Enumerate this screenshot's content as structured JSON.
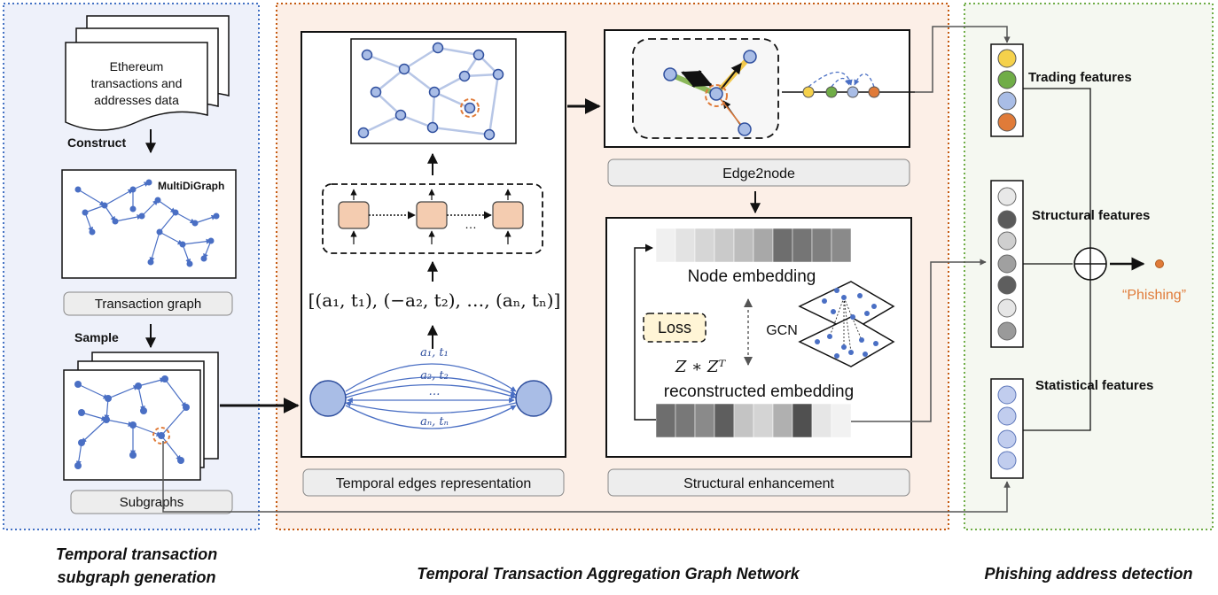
{
  "panels": {
    "left": {
      "title_line1": "Temporal transaction",
      "title_line2": "subgraph generation"
    },
    "middle": {
      "title": "Temporal Transaction Aggregation Graph Network"
    },
    "right": {
      "title": "Phishing address detection"
    }
  },
  "left_panel": {
    "doc_line1": "Ethereum",
    "doc_line2": "transactions and",
    "doc_line3": "addresses data",
    "construct_label": "Construct",
    "multidigraph_label": "MultiDiGraph",
    "transaction_graph_label": "Transaction graph",
    "sample_label": "Sample",
    "subgraphs_label": "Subgraphs"
  },
  "middle_panel": {
    "sequence": "[(a₁, t₁), (−a₂, t₂), …, (aₙ, tₙ)]",
    "edge_label_1": "a₁, t₁",
    "edge_label_2": "a₂, t₂",
    "edge_label_dots": "…",
    "edge_label_n": "aₙ, tₙ",
    "rnn_dots": "…",
    "temporal_label": "Temporal edges representation",
    "edge2node_label": "Edge2node",
    "node_embedding_label": "Node embedding",
    "loss_label": "Loss",
    "gcn_label": "GCN",
    "formula": "Z ∗ Zᵀ",
    "reconstructed_label": "reconstructed embedding",
    "structural_label": "Structural enhancement"
  },
  "right_panel": {
    "trading_label": "Trading features",
    "structural_label": "Structural features",
    "statistical_label": "Statistical features",
    "output_label": "“Phishing”"
  },
  "colors": {
    "left_bg": "#eef1fa",
    "middle_bg": "#fcefe7",
    "right_bg": "#f5f8f1",
    "left_border": "#4472c4",
    "middle_border": "#c55a11",
    "right_border": "#70ad47",
    "node_fill": "#a9bde6",
    "node_stroke": "#2f4f9e",
    "orange": "#e07b39"
  }
}
